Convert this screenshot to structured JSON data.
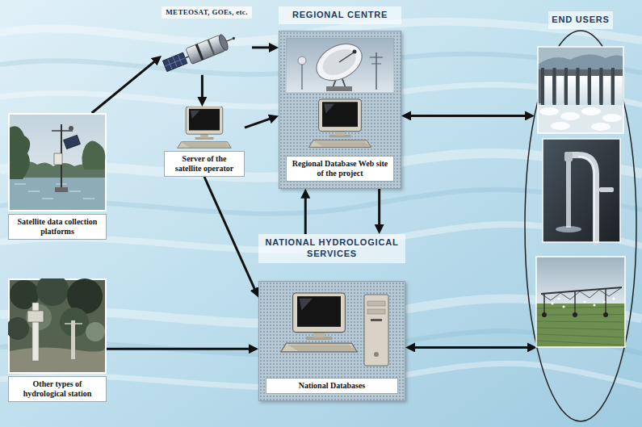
{
  "diagram": {
    "nodes": [
      {
        "text": [
          "METEOSAT, GOEs, etc."
        ]
      },
      {
        "text": [
          "REGIONAL CENTRE",
          "Regional Database Web site of the project"
        ]
      },
      {
        "text": [
          "END USERS"
        ]
      },
      {
        "text": [
          "Satellite data collection platforms"
        ]
      },
      {
        "text": [
          "Server of the satellite operator"
        ]
      },
      {
        "text": [
          "NATIONAL HYDROLOGICAL SERVICES",
          "National Databases"
        ]
      },
      {
        "text": [
          "Other types of hydrological station"
        ]
      }
    ],
    "edges": [
      {
        "from": 3,
        "to": 0,
        "arrow": "to"
      },
      {
        "from": 0,
        "to": 1,
        "arrow": "to"
      },
      {
        "from": 0,
        "to": 4,
        "arrow": "to"
      },
      {
        "from": 4,
        "to": 1,
        "arrow": "to"
      },
      {
        "from": 4,
        "to": 5,
        "arrow": "to"
      },
      {
        "from": 6,
        "to": 5,
        "arrow": "to"
      },
      {
        "from": 1,
        "to": 2,
        "arrow": "both"
      },
      {
        "from": 5,
        "to": 2,
        "arrow": "both"
      },
      {
        "from": 5,
        "to": 1,
        "arrow": "to"
      },
      {
        "from": 1,
        "to": 5,
        "arrow": "to"
      }
    ]
  }
}
